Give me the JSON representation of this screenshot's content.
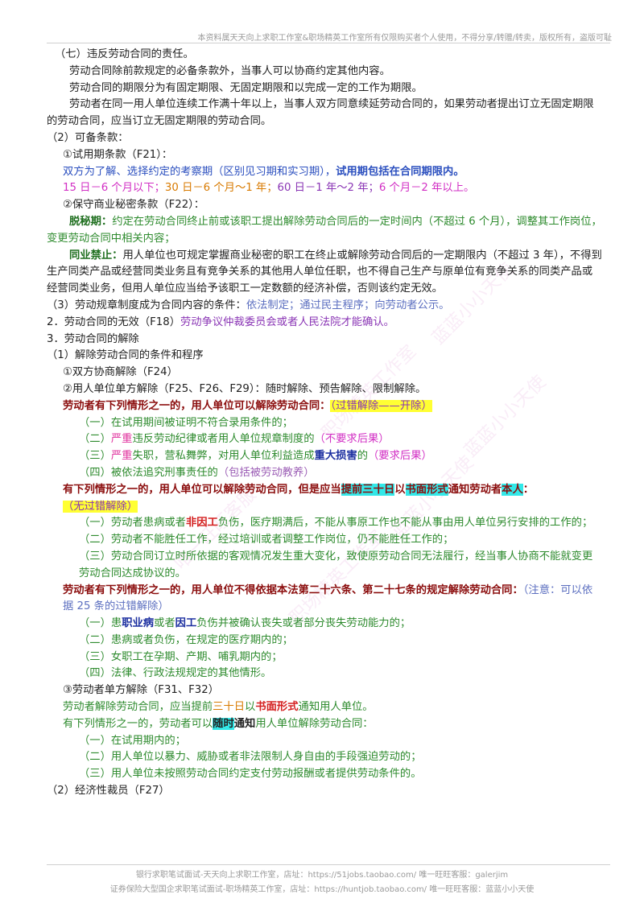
{
  "header": "本资料属天天向上求职工作室&职场精英工作室所有仅限购买者个人使用，不得分享/转赠/转卖，版权所有，盗版可耻",
  "l1": "（七）违反劳动合同的责任。",
  "l2": "劳动合同除前款规定的必备条款外，当事人可以协商约定其他内容。",
  "l3": "劳动合同的期限分为有固定期限、无固定期限和以完成一定的工作为期限。",
  "l4": "劳动者在同一用人单位连续工作满十年以上，当事人双方同意续延劳动合同的，如果劳动者提出订立无固定期限的劳动合同，应当订立无固定期限的劳动合同。",
  "l5": "（2）可备条款：",
  "l6": "①试用期条款（F21）：",
  "l7a": "双方为了解、选择约定的考察期（区别见习期和实习期），",
  "l7b": "试用期包括在合同期限内。",
  "l8a": "15 日－6 个月以下；",
  "l8b": "30 日－6 个月～1 年；",
  "l8c": "60 日－1 年～2 年；",
  "l8d": "6 个月－2 年以上。",
  "l9": "②保守商业秘密条款（F22）：",
  "l10a": "脱秘期：",
  "l10b": "约定在劳动合同终止前或该职工提出解除劳动合同后的一定时间内（不超过 6 个月），调整其工作岗位，变更劳动合同中相关内容；",
  "l11a": "同业禁止：",
  "l11b": "用人单位也可规定掌握商业秘密的职工在终止或解除劳动合同后的一定期限内（不超过 3 年），不得到生产同类产品或经营同类业务且有竞争关系的其他用人单位任职，也不得自己生产与原单位有竞争关系的同类产品或经营同类业务，但用人单位应当给予该职工一定数额的经济补偿，否则该约定无效。",
  "l12a": "（3）劳动规章制度成为合同内容的条件：",
  "l12b": "依法制定；通过民主程序；向劳动者公示。",
  "l13a": "2．劳动合同的无效（F18）",
  "l13b": "劳动争议仲裁委员会或者人民法院才能确认。",
  "l14": "3．劳动合同的解除",
  "l15": "（1）解除劳动合同的条件和程序",
  "l16": "①双方协商解除（F24）",
  "l17": "②用人单位单方解除（F25、F26、F29）：随时解除、预告解除、限制解除。",
  "l18a": "劳动者有下列情形之一的，用人单位可以解除劳动合同：",
  "l18b": "（过错解除——开除）",
  "l19": "（一）在试用期间被证明不符合录用条件的；",
  "l20a": "（二）",
  "l20b": "严重",
  "l20c": "违反劳动纪律或者用人单位规章制度的",
  "l20d": "（不要求后果）",
  "l21a": "（三）",
  "l21b": "严重",
  "l21c": "失职，营私舞弊，对用人单位利益造成",
  "l21d": "重大损害",
  "l21e": "的",
  "l21f": "（要求后果）",
  "l22a": "（四）被依法追究刑事责任的",
  "l22b": "（包括被劳动教养）",
  "l23a": "有下列情形之一的，用人单位可以解除劳动合同，但是应当",
  "l23b": "提前三十日",
  "l23c": "以",
  "l23d": "书面形式",
  "l23e": "通知劳动者",
  "l23f": "本人",
  "l23g": "：",
  "l23h": "（无过错解除）",
  "l24a": "（一）劳动者患病或者",
  "l24b": "非因工",
  "l24c": "负伤，医疗期满后，不能从事原工作也不能从事由用人单位另行安排的工作的；",
  "l25": "（二）劳动者不能胜任工作，经过培训或者调整工作岗位，仍不能胜任工作的；",
  "l26": "（三）劳动合同订立时所依据的客观情况发生重大变化，致使原劳动合同无法履行，经当事人协商不能就变更劳动合同达成协议的。",
  "l27a": "劳动者有下列情形之一的，用人单位不得依据本法第二十六条、第二十七条的规定解除劳动合同：",
  "l27b": "（注意：可以依据 25 条的过错解除）",
  "l28a": "（一）患",
  "l28b": "职业病",
  "l28c": "或者",
  "l28d": "因工",
  "l28e": "负伤并被确认丧失或者部分丧失劳动能力的；",
  "l29": "（二）患病或者负伤，在规定的医疗期内的；",
  "l30": "（三）女职工在孕期、产期、哺乳期内的；",
  "l31": "（四）法律、行政法规规定的其他情形。",
  "l32": "③劳动者单方解除（F31、F32）",
  "l33a": "劳动者解除劳动合同，应当提前",
  "l33b": "三十日",
  "l33c": "以",
  "l33d": "书面形式",
  "l33e": "通知用人单位。",
  "l34a": "有下列情形之一的，劳动者可以",
  "l34b": "随时",
  "l34c": "通知",
  "l34d": "用人单位解除劳动合同：",
  "l35": "（一）在试用期内的；",
  "l36": "（二）用人单位以暴力、威胁或者非法限制人身自由的手段强迫劳动的；",
  "l37": "（三）用人单位未按照劳动合同约定支付劳动报酬或者提供劳动条件的。",
  "l38": "（2）经济性裁员（F27）",
  "footer1": "银行求职笔试面试-天天向上求职工作室，店址：https://51jobs.taobao.com/ 唯一旺旺客服：galerjim",
  "footer2": "证券保险大型国企求职笔试面试-职场精英工作室，店址：https://huntjob.taobao.com/ 唯一旺旺客服：蓝蓝小小天使",
  "watermarks": [
    "蓝蓝小小天使",
    "职场精英工作室",
    "蓝蓝小小天使",
    "唯一旺旺客服",
    "职场精英工作室",
    "蓝蓝小小天使"
  ]
}
